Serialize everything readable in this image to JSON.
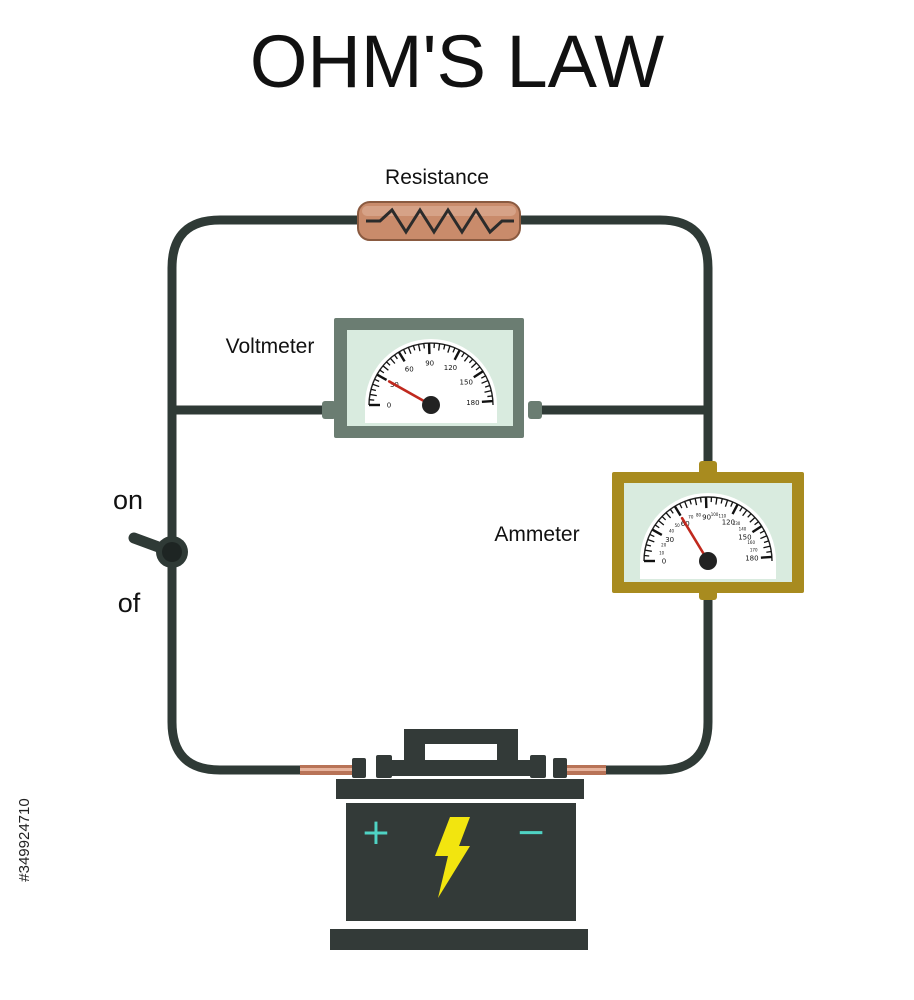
{
  "title": "OHM'S LAW",
  "labels": {
    "resistance": "Resistance",
    "voltmeter": "Voltmeter",
    "ammeter": "Ammeter",
    "switch_on": "on",
    "switch_off": "of"
  },
  "battery": {
    "positive": "+",
    "negative": "−"
  },
  "voltmeter": {
    "scale": [
      "0",
      "30",
      "60",
      "90",
      "120",
      "150",
      "180"
    ],
    "needle_value": 30
  },
  "ammeter": {
    "scale": [
      "0",
      "30",
      "60",
      "90",
      "120",
      "150",
      "180"
    ],
    "minor_scale": [
      "10",
      "20",
      "40",
      "50",
      "70",
      "80",
      "100",
      "110",
      "130",
      "140",
      "160",
      "170"
    ],
    "needle_value": 60
  },
  "side_text": "#349924710",
  "colors": {
    "wire": "#2f3a36",
    "resistor": "#c98b6b",
    "voltmeter_frame": "#6b7d72",
    "ammeter_frame": "#a88b1f",
    "gauge_face": "#d9ebdf",
    "needle": "#c0291e",
    "battery": "#333a38",
    "bolt": "#f2e50f",
    "terminal_sign": "#4fd3c4"
  }
}
